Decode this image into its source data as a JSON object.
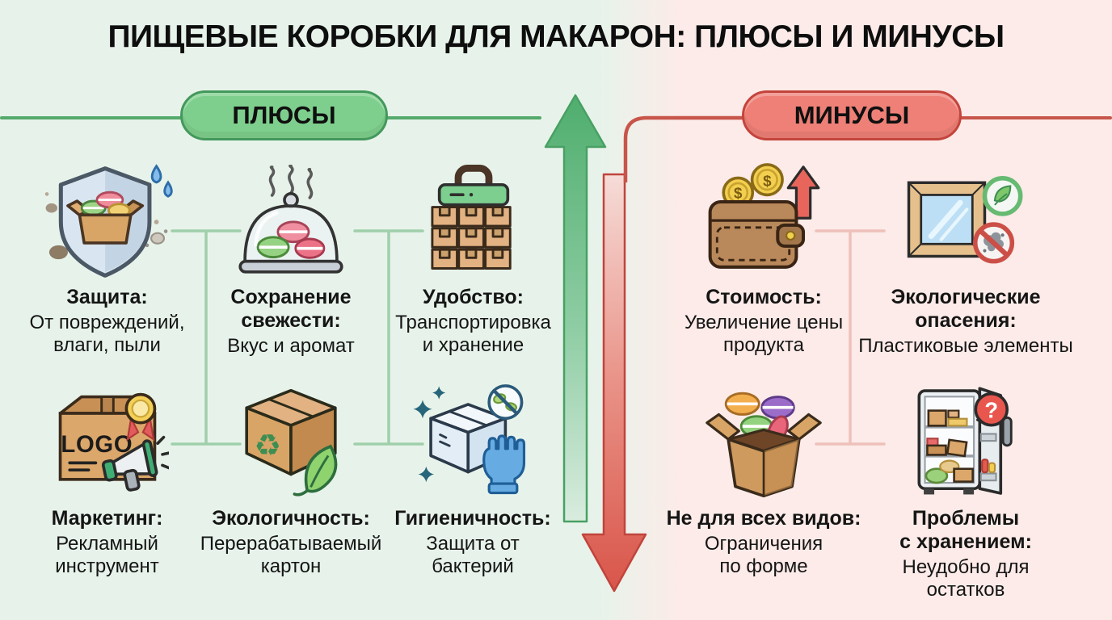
{
  "title": "ПИЩЕВЫЕ КОРОБКИ ДЛЯ МАКАРОН: ПЛЮСЫ И МИНУСЫ",
  "pros": {
    "label": "ПЛЮСЫ",
    "items": [
      {
        "heading": "Защита:",
        "body": "От повреждений,\nвлаги, пыли",
        "icon": "shield-protection"
      },
      {
        "heading": "Сохранение\nсвежести:",
        "body": "Вкус и аромат",
        "icon": "freshness-cloche"
      },
      {
        "heading": "Удобство:",
        "body": "Транспортировка\nи хранение",
        "icon": "stacked-boxes-handle"
      },
      {
        "heading": "Маркетинг:",
        "body": "Рекламный\nинструмент",
        "icon": "logo-box-megaphone"
      },
      {
        "heading": "Экологичность:",
        "body": "Перерабатываемый\nкартон",
        "icon": "recyclable-box-leaf"
      },
      {
        "heading": "Гигиеничность:",
        "body": "Защита от\nбактерий",
        "icon": "clean-box-glove"
      }
    ]
  },
  "cons": {
    "label": "МИНУСЫ",
    "items": [
      {
        "heading": "Стоимость:",
        "body": "Увеличение цены\nпродукта",
        "icon": "wallet-coins-arrow"
      },
      {
        "heading": "Экологические\nопасения:",
        "body": "Пластиковые элементы",
        "icon": "plastic-window-eco-warning"
      },
      {
        "heading": "Не для всех видов:",
        "body": "Ограничения\nпо форме",
        "icon": "box-macarons-overflow"
      },
      {
        "heading": "Проблемы\nс хранением:",
        "body": "Неудобно для\nостатков",
        "icon": "fridge-storage-question"
      }
    ]
  },
  "icon_text": {
    "logo": "LOGO",
    "dollar": "$",
    "question": "?"
  },
  "colors": {
    "bg_left": "#e7f3ea",
    "bg_right": "#fcebe8",
    "pros_fill": "#7ecf8d",
    "pros_border": "#44985c",
    "cons_fill": "#ee8077",
    "cons_border": "#c4443c",
    "arrow_green": "#5cb878",
    "arrow_red": "#dd5b50",
    "connector_green": "#9fcfab",
    "connector_pink": "#eec0ba",
    "text": "#151515"
  }
}
